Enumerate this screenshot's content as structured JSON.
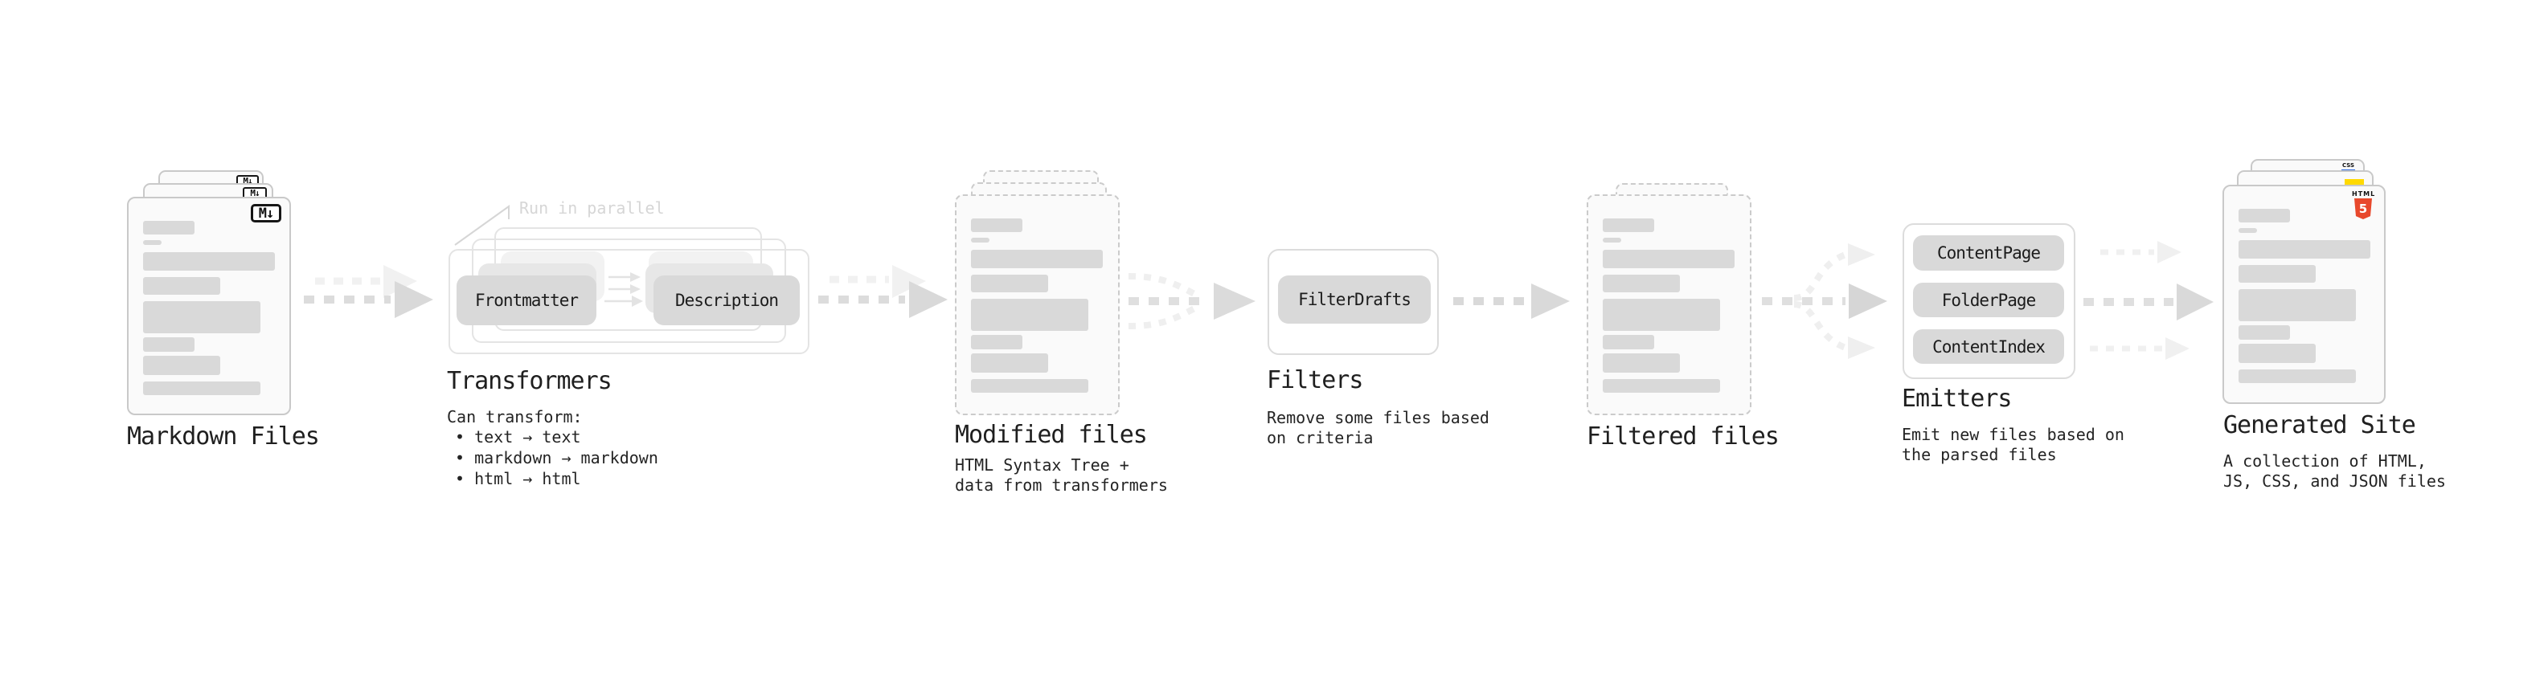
{
  "stages": {
    "markdown": {
      "label": "Markdown Files"
    },
    "transformers": {
      "label": "Transformers",
      "note": "Run in parallel",
      "desc_title": "Can transform:",
      "bullets": [
        "• text → text",
        "• markdown → markdown",
        "• html → html"
      ],
      "frontmatter_label": "Frontmatter",
      "description_label": "Description"
    },
    "modified": {
      "label": "Modified files",
      "desc_line1": "HTML Syntax Tree +",
      "desc_line2": "data from transformers"
    },
    "filters": {
      "label": "Filters",
      "button_label": "FilterDrafts",
      "desc_line1": "Remove some files based",
      "desc_line2": "on criteria"
    },
    "filtered": {
      "label": "Filtered files"
    },
    "emitters": {
      "label": "Emitters",
      "buttons": [
        "ContentPage",
        "FolderPage",
        "ContentIndex"
      ],
      "desc_line1": "Emit new files based on",
      "desc_line2": "the parsed files"
    },
    "generated": {
      "label": "Generated Site",
      "desc_line1": "A collection of HTML,",
      "desc_line2": "JS, CSS, and JSON files"
    }
  },
  "icons": {
    "markdown_badge": "M↓",
    "html5_wordmark": "HTML",
    "html5_numeral": "5",
    "css_wordmark": "CSS"
  },
  "colors": {
    "background": "#ffffff",
    "text": "#1f1f1f",
    "muted_note": "#d6d6d6",
    "skeleton": "#d9d9d9",
    "chip_fill": "#d9d9d9",
    "card_border": "#c9c9c9",
    "html5_orange": "#e8482c",
    "js_yellow": "#ffd900",
    "css_blue": "#2d6ae3"
  }
}
